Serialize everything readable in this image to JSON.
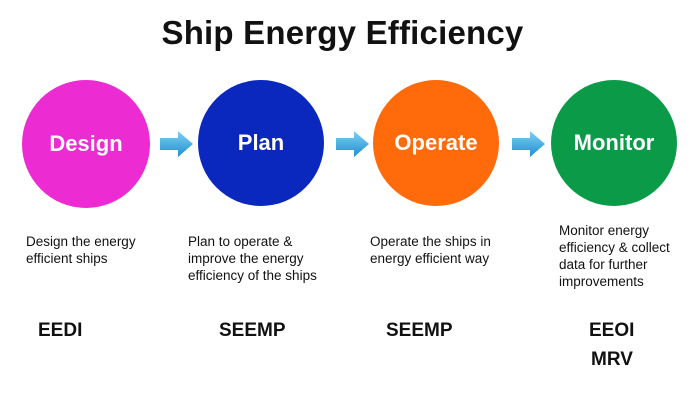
{
  "title": "Ship Energy Efficiency",
  "colors": {
    "design": "#EC2BD2",
    "plan": "#0A27BE",
    "operate": "#FF6A0A",
    "monitor": "#0B9B48",
    "arrow": "#2FA6E0"
  },
  "stages": [
    {
      "label": "Design",
      "description": [
        "Design the energy",
        "efficient ships"
      ],
      "codes": [
        "EEDI"
      ]
    },
    {
      "label": "Plan",
      "description": [
        "Plan to operate &",
        "improve the energy",
        "efficiency of the ships"
      ],
      "codes": [
        "SEEMP"
      ]
    },
    {
      "label": "Operate",
      "description": [
        "Operate the ships in",
        "energy efficient way"
      ],
      "codes": [
        "SEEMP"
      ]
    },
    {
      "label": "Monitor",
      "description": [
        "Monitor energy",
        "efficiency & collect",
        "data for further",
        "improvements"
      ],
      "codes": [
        "EEOI",
        "MRV"
      ]
    }
  ],
  "arrow_icon": "right-arrow-icon"
}
